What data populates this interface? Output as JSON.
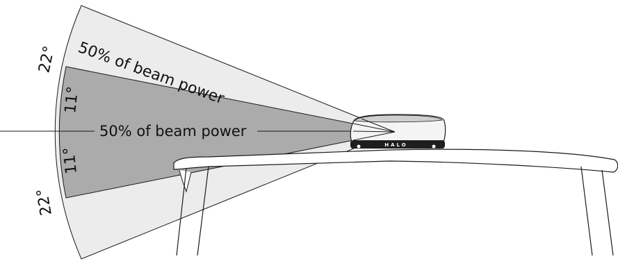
{
  "colors": {
    "outer_beam": "#ececec",
    "inner_beam": "#ababab",
    "outline": "#1a1a1a",
    "radome_top": "#cfcfcf",
    "radome_body": "#f4f4f4",
    "radome_base": "#1e1e1e"
  },
  "labels": {
    "outer_power": "50% of beam power",
    "inner_power": "50% of beam power",
    "outer_angle_top": "22°",
    "outer_angle_bottom": "22°",
    "inner_angle_top": "11°",
    "inner_angle_bottom": "11°",
    "brand": "HALO"
  }
}
